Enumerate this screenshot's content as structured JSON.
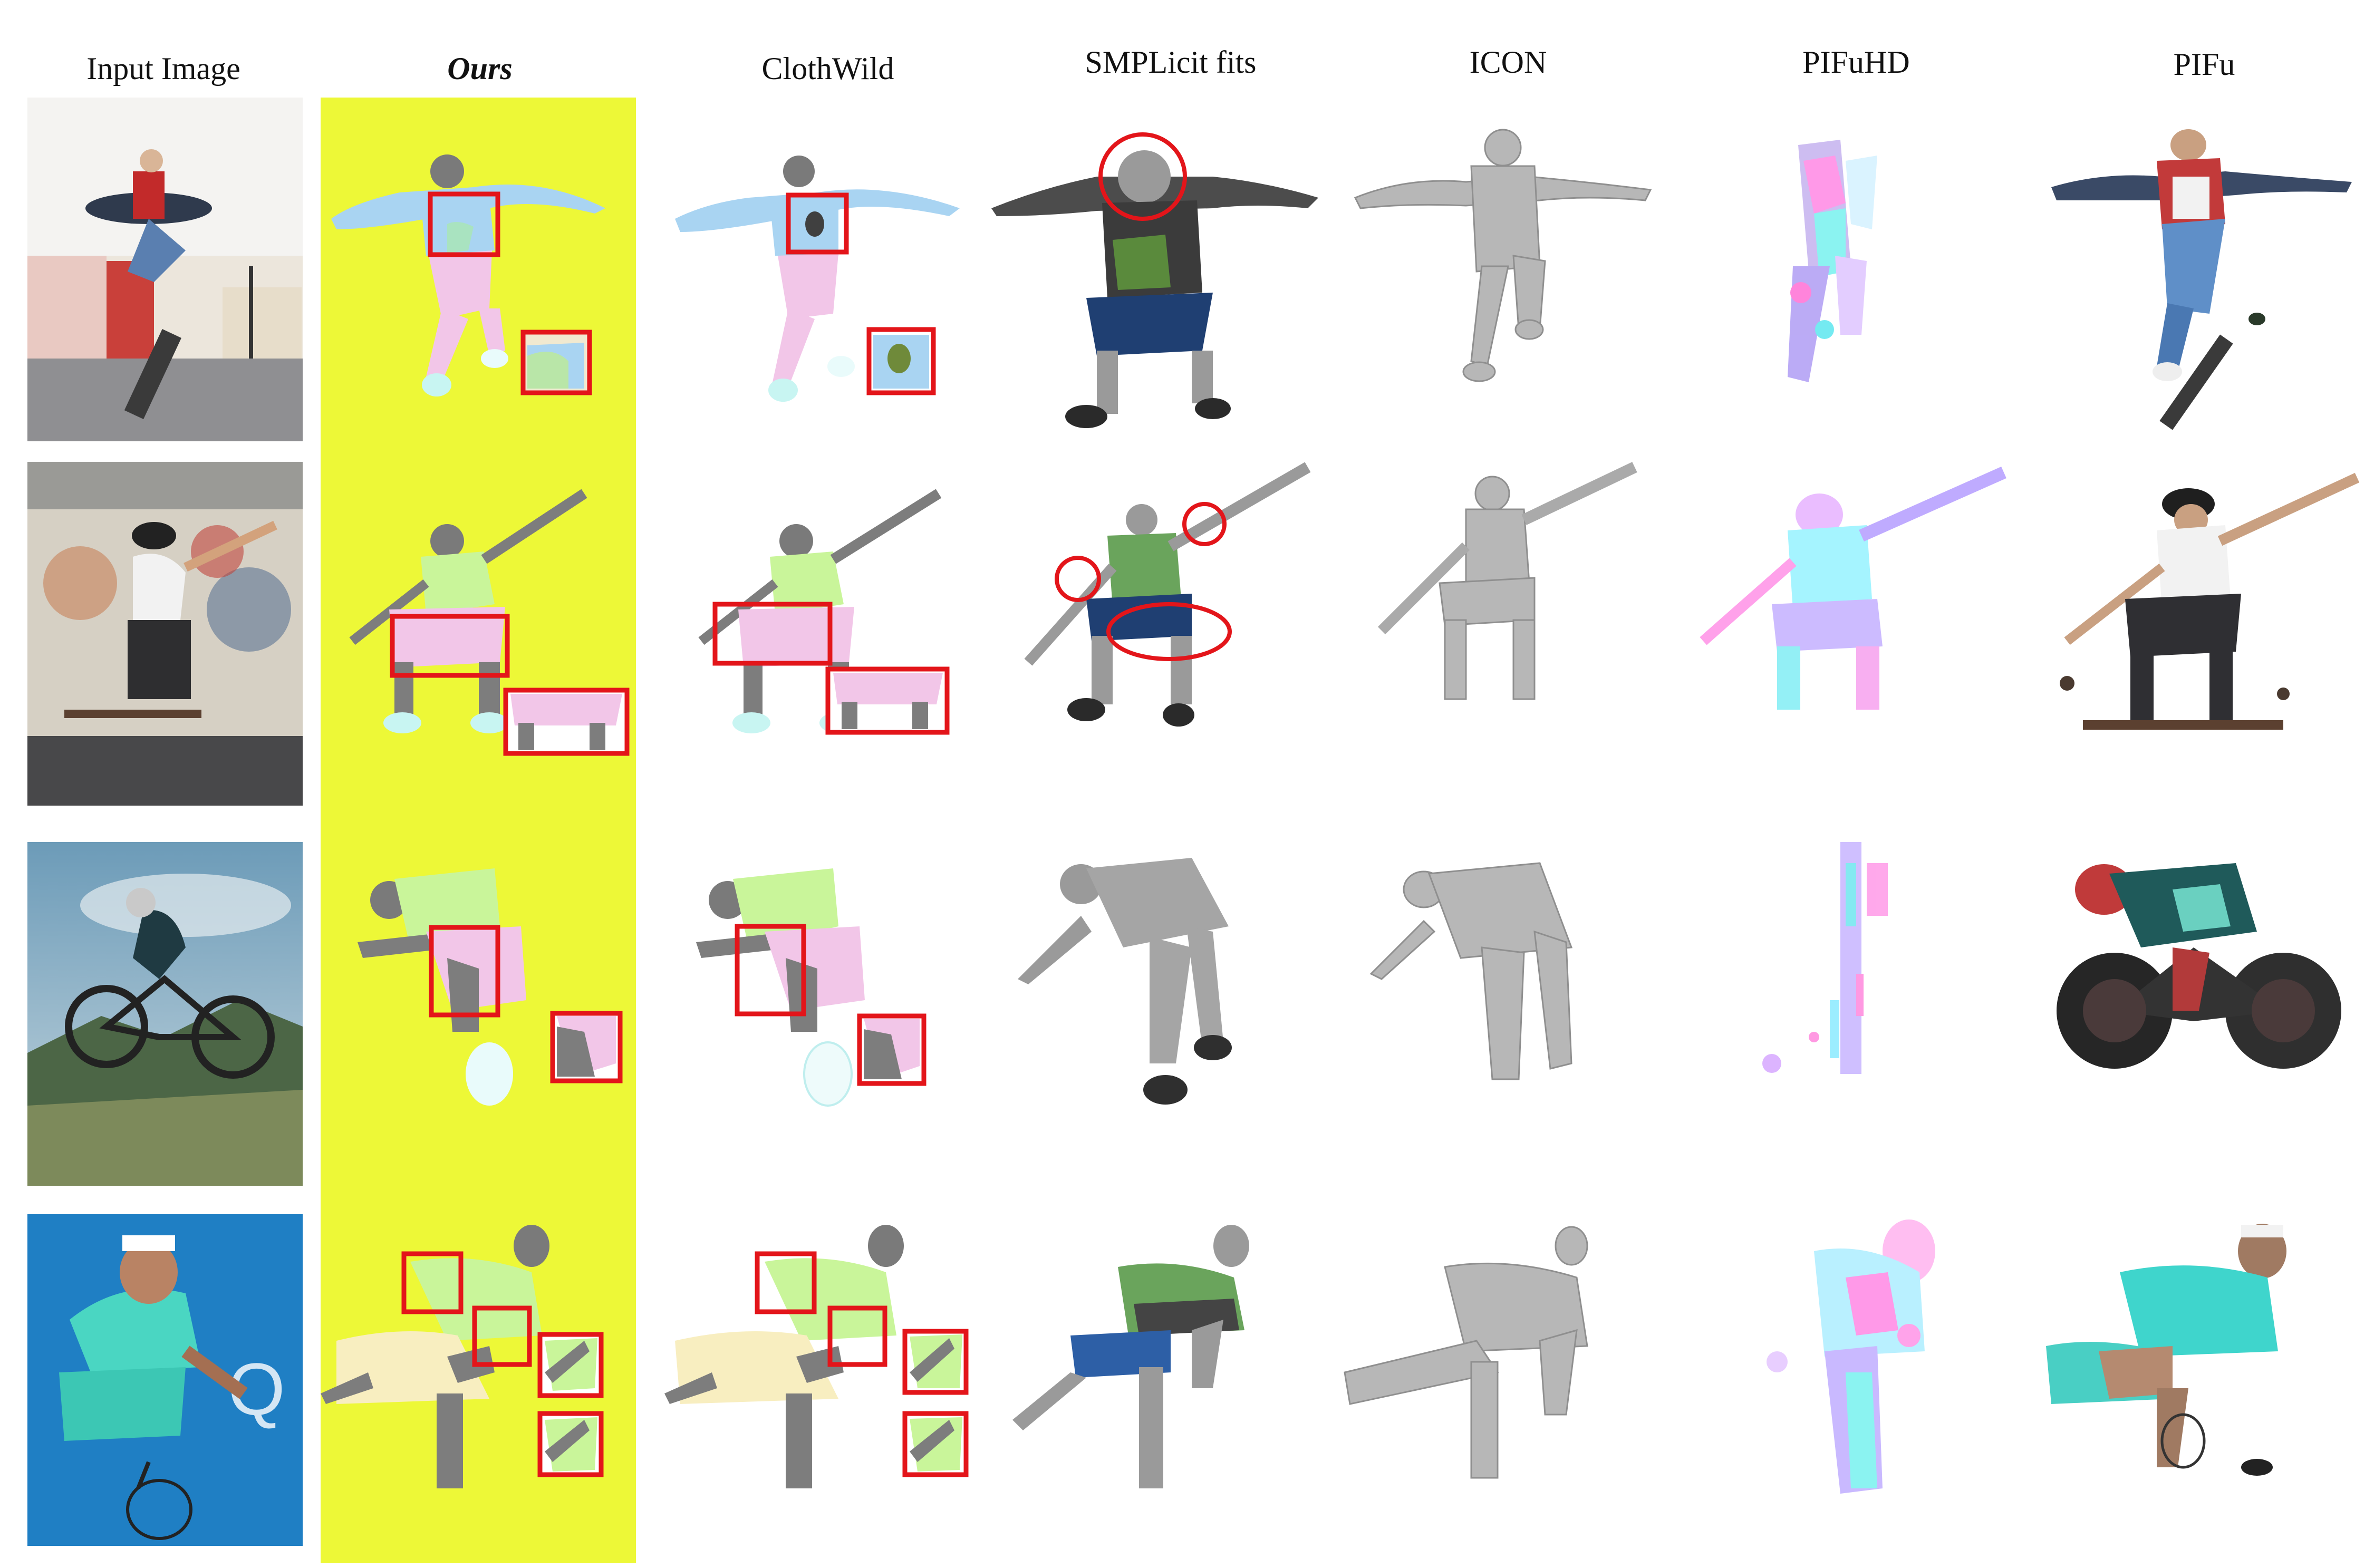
{
  "figure": {
    "columns": [
      {
        "id": "input",
        "label": "Input Image"
      },
      {
        "id": "ours",
        "label": "Ours"
      },
      {
        "id": "clothwild",
        "label": "ClothWild"
      },
      {
        "id": "smplicit",
        "label": "SMPLicit fits"
      },
      {
        "id": "icon",
        "label": "ICON"
      },
      {
        "id": "pifuhd",
        "label": "PIFuHD"
      },
      {
        "id": "pifu",
        "label": "PIFu"
      }
    ],
    "rows": [
      {
        "id": "skateboard-jump",
        "subject": "skateboarder jumping in street"
      },
      {
        "id": "skateboard-graffiti",
        "subject": "skateboarder in front of graffiti wall"
      },
      {
        "id": "mountain-bike",
        "subject": "mountain biker in air"
      },
      {
        "id": "tennis",
        "subject": "tennis player serving"
      }
    ],
    "colors": {
      "highlight_column": "#edf837",
      "annotation_red": "#e3151a",
      "upper_cloth_row1": "#a9d4f2",
      "upper_cloth_green": "#c9f59a",
      "lower_cloth_pink": "#f2c6e8",
      "skirt_cream": "#f8eec0",
      "body_gray": "#7d7d7d"
    }
  }
}
